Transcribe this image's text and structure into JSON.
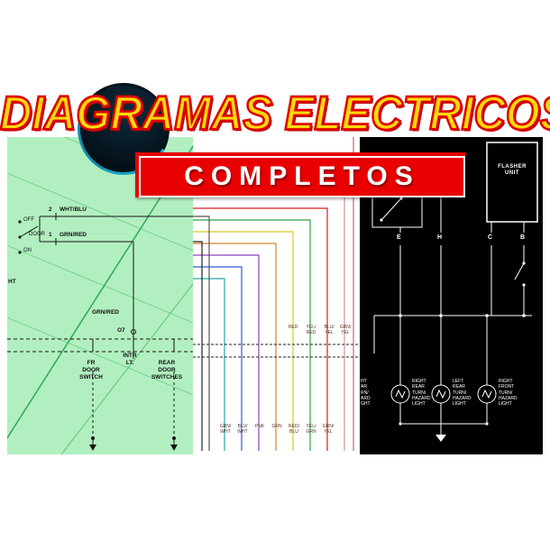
{
  "title": {
    "text": "DIAGRAMAS ELECTRICOS"
  },
  "banner": {
    "text": "COMPLETOS"
  },
  "colors": {
    "title_fill": "#ffd90a",
    "title_outline": "#dd0000",
    "banner_bg": "#e80000",
    "banner_text": "#ffffff",
    "left_panel_bg": "#b2efc0",
    "right_panel_bg": "#000000",
    "wire_black": "#151515",
    "wire_white": "#ffffff"
  },
  "left_panel": {
    "pin2_num": "2",
    "pin2_wire": "WHT/BLU",
    "pin1_num": "1",
    "pin1_wire": "GRN/RED",
    "switch_off": "OFF",
    "switch_door": "DOOR",
    "switch_on": "ON",
    "edge_fragment": "HT",
    "mid_wire": "GRN/RED",
    "connector_id": "O7",
    "intr_label": "INTR\nLT.",
    "fr_door_label": "FR\nDOOR\nSWITCH",
    "rear_door_label": "REAR\nDOOR\nSWITCHES"
  },
  "middle_panel": {
    "mid_labels": [
      "RED",
      "YEL/\nRED",
      "BLU/\nYEL",
      "GRN/\nYEL"
    ],
    "bottom_labels": [
      "GRN/\nWHT",
      "BLU/\nWHT",
      "PNK",
      "GRN",
      "RED/\nBLU",
      "YEL/\nGRN",
      "GRN/\nYEL"
    ]
  },
  "right_panel": {
    "flasher_label": "FLASHER\nUNIT",
    "terminals": [
      "E",
      "H",
      "C",
      "B"
    ],
    "light_labels": [
      "RIGHT\nREAR\nTURN/\nHAZARD\nLIGHT",
      "LEFT\nREAR\nTURN/\nHAZARD\nLIGHT",
      "RIGHT\nFRONT\nTURN/\nHAZARD\nLIGHT"
    ],
    "cut_label": "HT\nAR\nRN/\nARD\nGHT"
  }
}
